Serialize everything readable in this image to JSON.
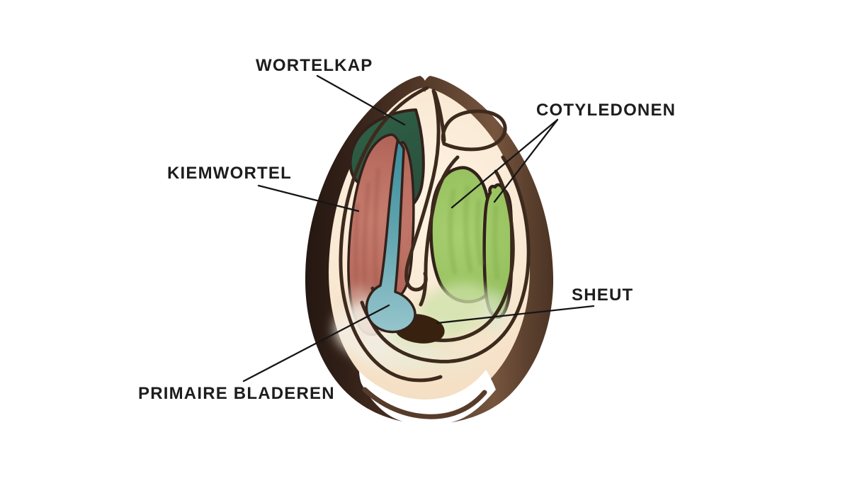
{
  "figure": {
    "type": "anatomical-diagram",
    "subject": "Cross-section of a seed (graankorrel) showing the embryo",
    "language": "Dutch"
  },
  "background_color": "#ffffff",
  "labels": [
    {
      "id": "wortelkap",
      "text": "WORTELKAP"
    },
    {
      "id": "kiemwortel",
      "text": "KIEMWORTEL"
    },
    {
      "id": "cotyledonen",
      "text": "COTYLEDONEN"
    },
    {
      "id": "sheut",
      "text": "SHEUT"
    },
    {
      "id": "primaire-bladeren",
      "text": "PRIMAIRE BLADEREN"
    }
  ],
  "parts": [
    {
      "id": "seed-coat",
      "color_dark": "#241711",
      "color_light": "#76553e"
    },
    {
      "id": "endosperm",
      "color": "#f9e8d2"
    },
    {
      "id": "root-cap",
      "color": "#2c5841"
    },
    {
      "id": "embryonic-root",
      "color": "#b96d60"
    },
    {
      "id": "primary-leaves",
      "color_top": "#3c8e9d",
      "color_bottom": "#96c5cc"
    },
    {
      "id": "shoot",
      "color": "#38220f"
    },
    {
      "id": "cotyledon-large",
      "color": "#9bc463"
    },
    {
      "id": "cotyledon-small",
      "color": "#9bc463"
    },
    {
      "id": "fold-outlines",
      "color": "#3d2a1d"
    },
    {
      "id": "leader-lines",
      "color": "#161616"
    },
    {
      "id": "label-text",
      "color": "#1d1d1d"
    }
  ]
}
